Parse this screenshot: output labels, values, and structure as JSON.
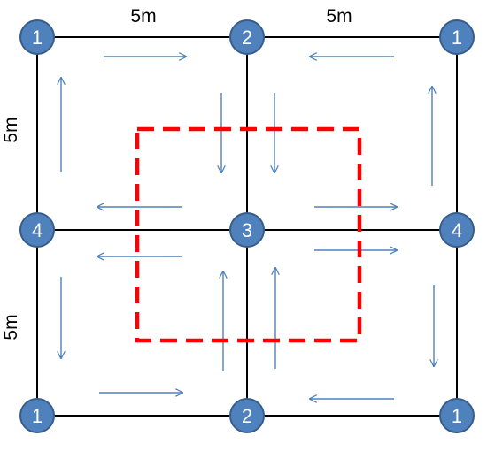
{
  "dimension_labels": {
    "top_left": "5m",
    "top_right": "5m",
    "left_upper": "5m",
    "left_lower": "5m"
  },
  "nodes": {
    "top_left": "1",
    "top_mid": "2",
    "top_right": "1",
    "mid_left": "4",
    "center": "3",
    "mid_right": "4",
    "bot_left": "1",
    "bot_mid": "2",
    "bot_right": "1"
  },
  "colors": {
    "grid_line": "#000000",
    "node_fill": "#4f81bd",
    "node_stroke": "#385d8a",
    "arrow": "#4f81bd",
    "dashed_box": "#ff0000"
  }
}
